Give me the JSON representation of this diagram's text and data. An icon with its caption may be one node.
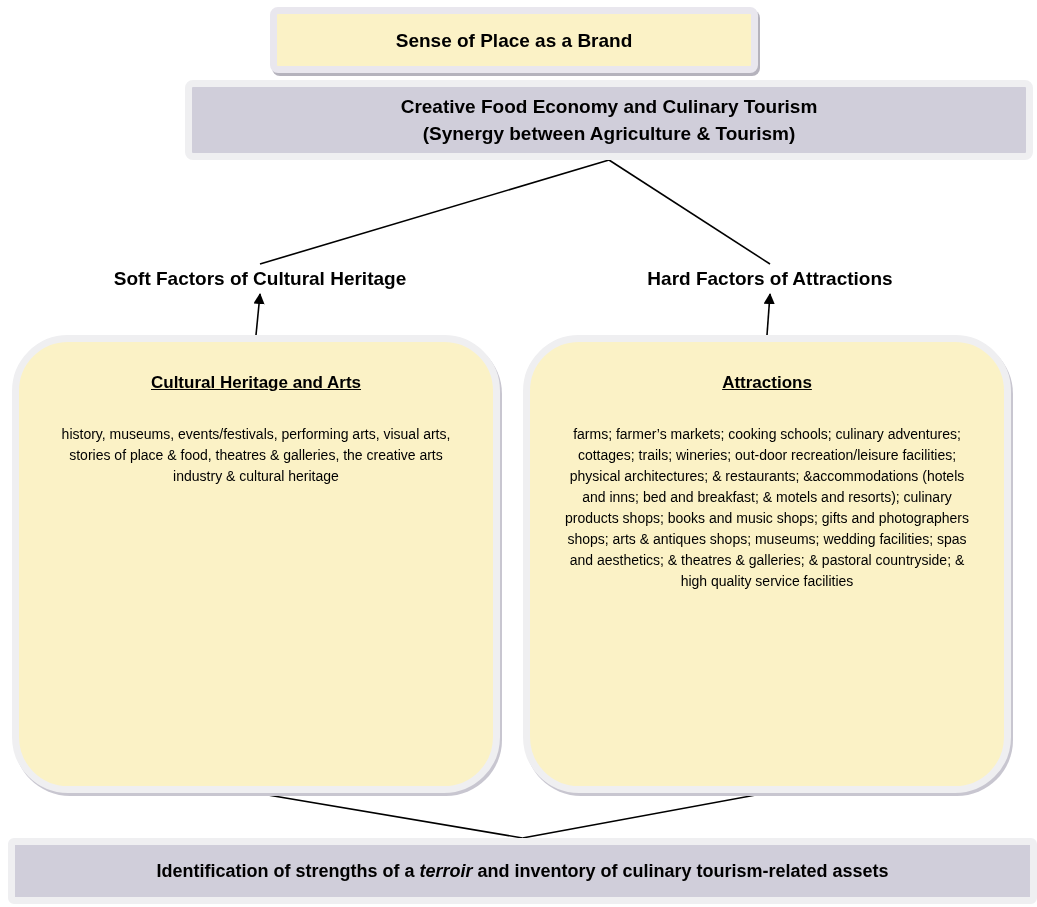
{
  "diagram": {
    "nodes": [
      {
        "text": [
          "Sense of Place as a Brand"
        ]
      },
      {
        "text": [
          "Creative Food Economy and Culinary Tourism",
          "(Synergy between Agriculture & Tourism)"
        ]
      },
      {
        "text": [
          "Soft Factors of Cultural Heritage"
        ]
      },
      {
        "text": [
          "Hard Factors of Attractions"
        ]
      },
      {
        "text": [
          "Cultural Heritage and Arts",
          "history, museums, events/festivals, performing arts, visual arts, stories of place & food, theatres & galleries, the creative arts industry & cultural heritage"
        ]
      },
      {
        "text": [
          "Attractions",
          "farms; farmer’s markets; cooking schools; culinary adventures; cottages; trails; wineries; out-door recreation/leisure facilities; physical architectures; & restaurants; &accommodations (hotels and inns; bed and breakfast; & motels and resorts); culinary products shops; books and music shops; gifts and photographers shops; arts & antiques shops; museums; wedding facilities; spas and aesthetics; & theatres & galleries; & pastoral countryside; & high quality service facilities"
        ]
      },
      {
        "text": [
          "Identification of strengths of a *terroir* and inventory of culinary tourism-related assets"
        ]
      }
    ],
    "edges": [
      {
        "from": 1,
        "to": 2,
        "arrow": "none"
      },
      {
        "from": 1,
        "to": 3,
        "arrow": "none"
      },
      {
        "from": 4,
        "to": 2,
        "arrow": "to"
      },
      {
        "from": 5,
        "to": 3,
        "arrow": "to"
      },
      {
        "from": 6,
        "to": 4,
        "arrow": "none"
      },
      {
        "from": 6,
        "to": 5,
        "arrow": "none"
      }
    ]
  }
}
